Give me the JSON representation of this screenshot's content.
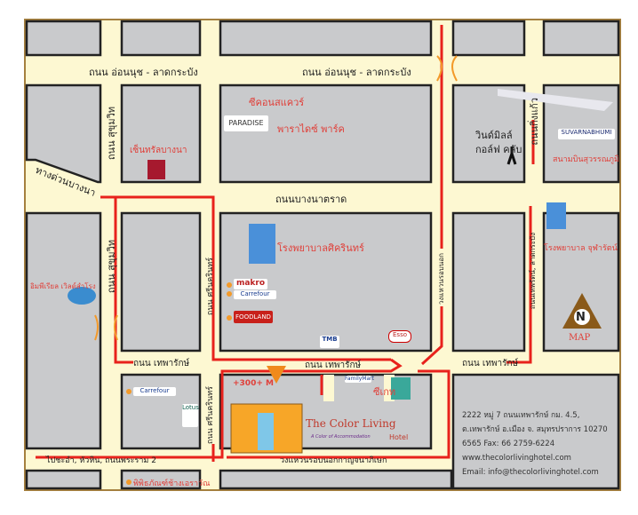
{
  "roads": {
    "onnut_left": "ถนน อ่อนนุช - ลาดกระบัง",
    "onnut_right": "ถนน อ่อนนุช - ลาดกระบัง",
    "sukhumvit_top": "ถนน สุขุมวิท",
    "sukhumvit_mid": "ถนน สุขุมวิท",
    "expressway": "ทางด่วนบางนา",
    "bangna_trad": "ถนนบางนาตราด",
    "srinakarin_top": "ถนน ศรีนครินทร์",
    "srinakarin_bottom": "ถนน ศรีนครินทร์",
    "theparak_left": "ถนน เทพารักษ์",
    "theparak_center": "ถนน เทพารักษ์",
    "theparak_right": "ถนน เทพารักษ์",
    "ring_road": "วงแหวนรอบนอก",
    "kingkaew": "ถนนกิ่งแก้ว",
    "right_road": "ถนนเทพรัตน์, ลาดกระบัง",
    "outer_ring_bottom": "วงแหวนรอบนอกกาญจนาภิเษก",
    "to_south": "ไปชะอำ, หัวหิน, ถนนพระราม 2"
  },
  "places": {
    "central": "เซ็นทรัลบางนา",
    "seacon": "ซีคอนสแควร์",
    "paradise": "พาราไดซ์ พาร์ค",
    "paradise_logo": "PARADISE",
    "sikarin": "โรงพยาบาลศิครินทร์",
    "makro": "makro",
    "carrefour": "Carrefour",
    "foodland": "FOODLAND",
    "imperial": "อิมพีเรียล เวิลด์สำโรง",
    "erawan": "พิพิธภัณฑ์ช้างเอราวัณ",
    "seagate": "ซีเกท",
    "windmill": "วินด์มิลล์ กอล์ฟ คลับ",
    "airport": "สนามบินสุวรรณภูมิ",
    "airport_logo": "SUVARNABHUMI",
    "chularat": "โรงพยาบาล จุฬารัตน์",
    "tmb": "TMB",
    "esso": "Esso",
    "familymart": "FamilyMart",
    "lotus": "Lotus",
    "hotel_name": "The Color Living",
    "hotel_suffix": "Hotel",
    "hotel_tagline": "A Color of Accommodation",
    "distance": "+300+ M"
  },
  "compass": {
    "letter": "N",
    "label": "MAP"
  },
  "address": {
    "line1": "2222 หมู่ 7 ถนนเทพารักษ์ กม. 4.5,",
    "line2": "ต.เทพารักษ์ อ.เมือง จ. สมุทรปราการ 10270",
    "line3": "6565 Fax: 66 2759-6224",
    "website": "www.thecolorlivinghotel.com",
    "email": "Email: info@thecolorlivinghotel.com"
  },
  "colors": {
    "road": "#fdf8d2",
    "block": "#c9cacc",
    "route": "#e8221c",
    "border": "#a5803f"
  }
}
